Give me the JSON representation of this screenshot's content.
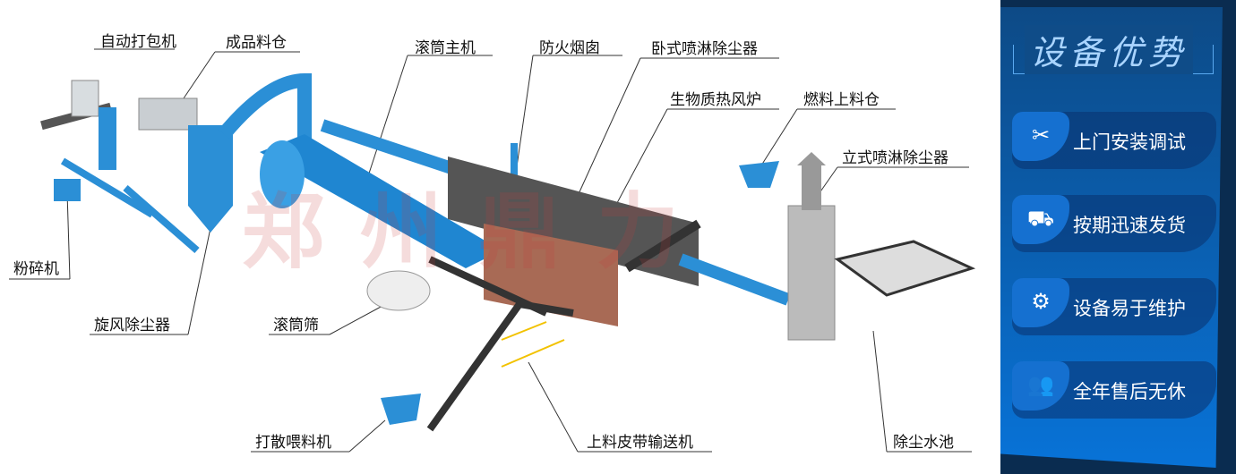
{
  "labels": {
    "packer": "自动打包机",
    "product_bin": "成品料仓",
    "drum_main": "滚筒主机",
    "chimney": "防火烟囱",
    "horizontal_scrubber": "卧式喷淋除尘器",
    "biomass_furnace": "生物质热风炉",
    "fuel_bin": "燃料上料仓",
    "vertical_scrubber": "立式喷淋除尘器",
    "crusher": "粉碎机",
    "cyclone": "旋风除尘器",
    "drum_screen": "滚筒筛",
    "feeder": "打散喂料机",
    "belt_conveyor": "上料皮带输送机",
    "dust_pool": "除尘水池"
  },
  "watermark": "郑州鼎力",
  "panel": {
    "title": "设备优势",
    "items": [
      {
        "label": "上门安装调试",
        "icon": "tools-icon"
      },
      {
        "label": "按期迅速发货",
        "icon": "delivery-truck-icon"
      },
      {
        "label": "设备易于维护",
        "icon": "maintenance-person-icon"
      },
      {
        "label": "全年售后无休",
        "icon": "support-team-icon"
      }
    ]
  }
}
